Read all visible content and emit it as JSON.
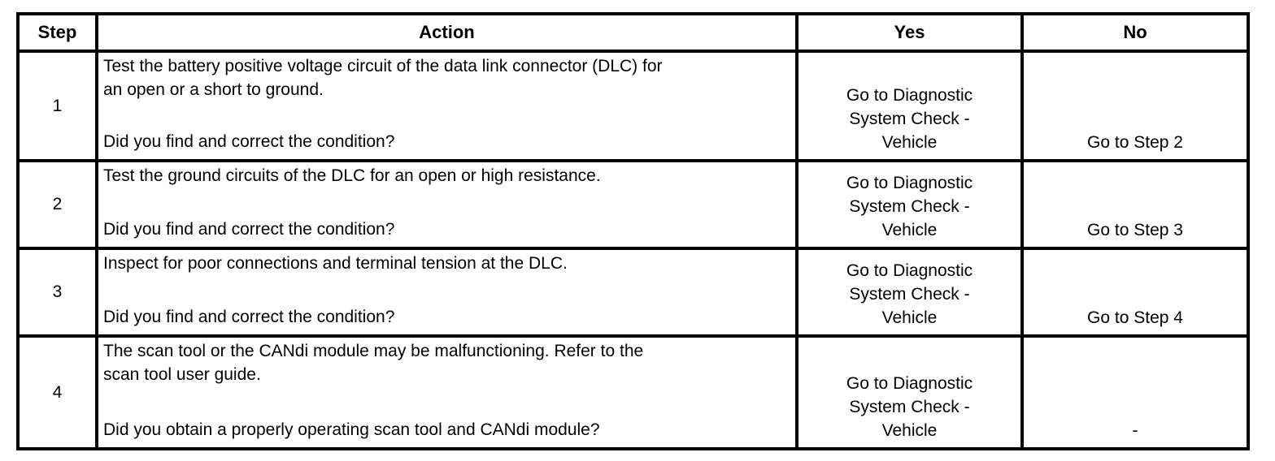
{
  "table": {
    "headers": {
      "step": "Step",
      "action": "Action",
      "yes": "Yes",
      "no": "No"
    },
    "rows": [
      {
        "step": "1",
        "action_lines": [
          "Test the battery positive voltage circuit of the data link connector (DLC) for",
          "an open or a short to ground."
        ],
        "question": "Did you find and correct the condition?",
        "yes": "Go to Diagnostic System Check - Vehicle",
        "no": "Go to Step 2"
      },
      {
        "step": "2",
        "action_lines": [
          "Test the ground circuits of the DLC for an open or high resistance."
        ],
        "question": "Did you find and correct the condition?",
        "yes": "Go to Diagnostic System Check - Vehicle",
        "no": "Go to Step 3"
      },
      {
        "step": "3",
        "action_lines": [
          "Inspect for poor connections and terminal tension at the DLC."
        ],
        "question": "Did you find and correct the condition?",
        "yes": "Go to Diagnostic System Check - Vehicle",
        "no": "Go to Step 4"
      },
      {
        "step": "4",
        "action_lines": [
          "The scan tool or the CANdi module may be malfunctioning. Refer to the",
          "scan tool user guide."
        ],
        "question": "Did you obtain a properly operating scan tool and CANdi module?",
        "yes": "Go to Diagnostic System Check - Vehicle",
        "no": "-"
      }
    ],
    "colors": {
      "border": "#000000",
      "text": "#000000",
      "background": "#ffffff"
    }
  }
}
